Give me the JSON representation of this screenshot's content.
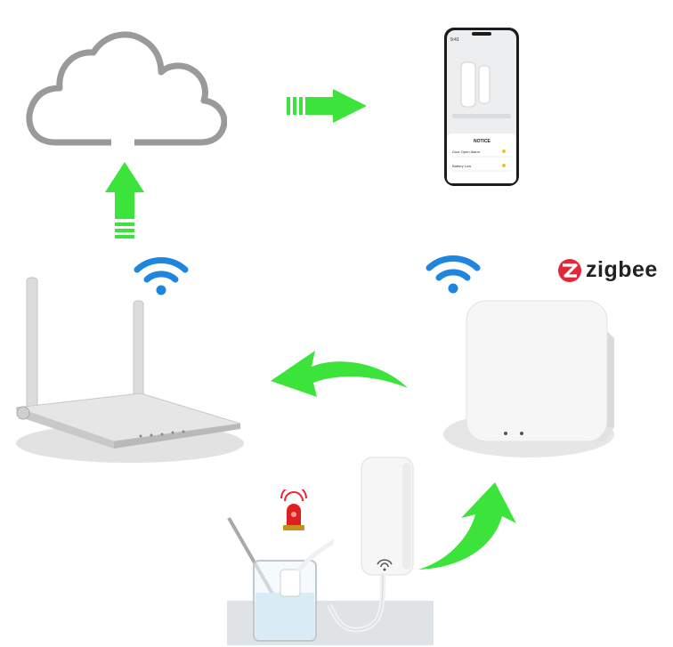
{
  "brand": {
    "logo_text": "zigbee",
    "logo_color": "#e0283b"
  },
  "phone": {
    "time": "9:41",
    "app_title": "",
    "notice_title": "NOTICE",
    "notice_items": [
      {
        "label": "Door Open Alarm"
      },
      {
        "label": "Battery Low"
      }
    ]
  },
  "colors": {
    "arrow_green": "#3be33b",
    "wifi_blue": "#1f86e0",
    "cloud_gray": "#9a9a9a",
    "device_white": "#f4f4f4"
  },
  "icons": [
    "cloud-icon",
    "wifi-icon",
    "arrow-icon",
    "alarm-light-icon"
  ]
}
